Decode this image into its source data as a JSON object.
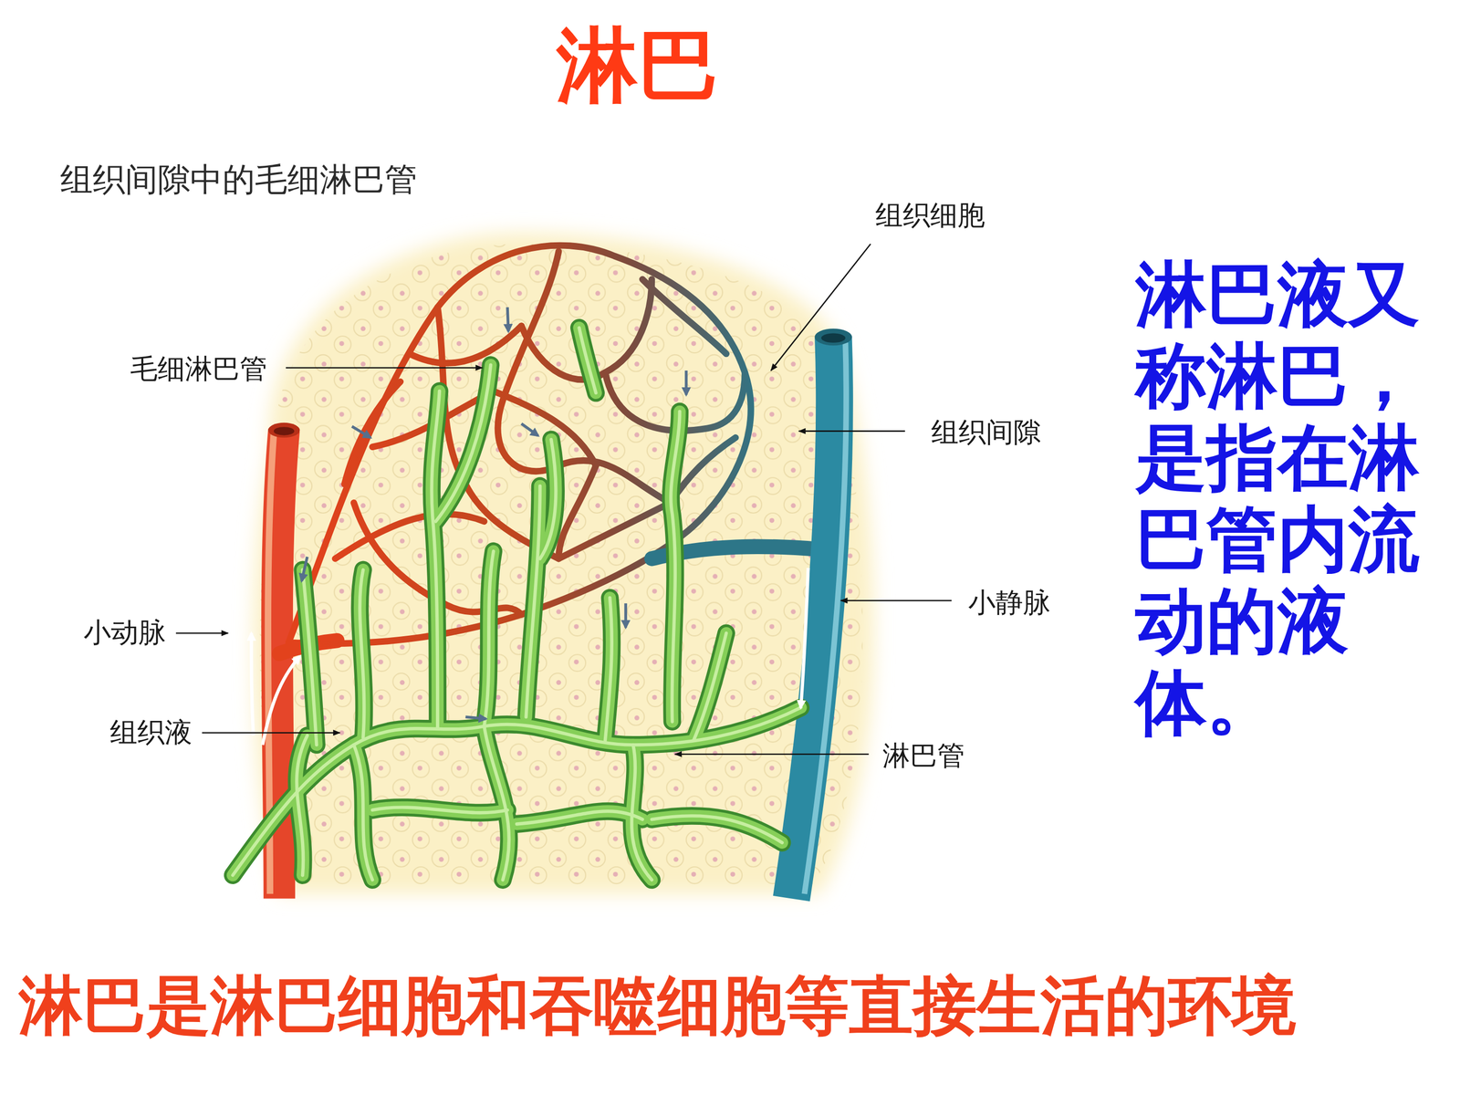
{
  "diagram": {
    "title": "淋巴",
    "caption": "淋巴是淋巴细胞和吞噬细胞等直接生活的环境",
    "labels": [
      "组织间隙中的毛细淋巴管",
      "组织细胞",
      "毛细淋巴管",
      "组织间隙",
      "小静脉",
      "小动脉",
      "组织液",
      "淋巴管",
      "淋巴液又称淋巴，是指在淋巴管内流动的液体。"
    ]
  }
}
